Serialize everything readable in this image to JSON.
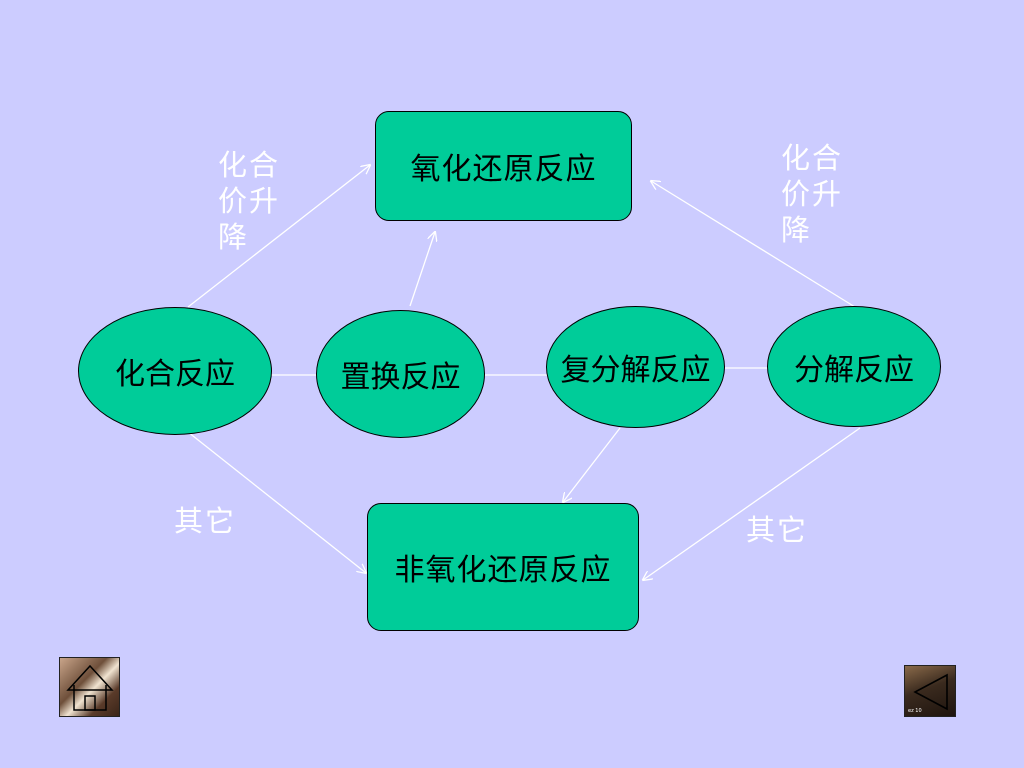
{
  "nodes": {
    "redox": "氧化还原反应",
    "non_redox": "非氧化还原反应",
    "combination": "化合反应",
    "displacement": "置换反应",
    "double_decomposition": "复分解反应",
    "decomposition": "分解反应"
  },
  "edge_labels": {
    "combination_to_redox": "化合\n价升\n降",
    "decomposition_to_redox": "化合\n价升\n降",
    "combination_to_non_redox": "其它",
    "decomposition_to_non_redox": "其它"
  },
  "nav": {
    "home_icon": "home-icon",
    "back_icon": "back-triangle-icon",
    "back_caption": "ez 10"
  },
  "colors": {
    "background": "#ccccff",
    "node_fill": "#00cc99",
    "arrow": "#ffffff"
  }
}
